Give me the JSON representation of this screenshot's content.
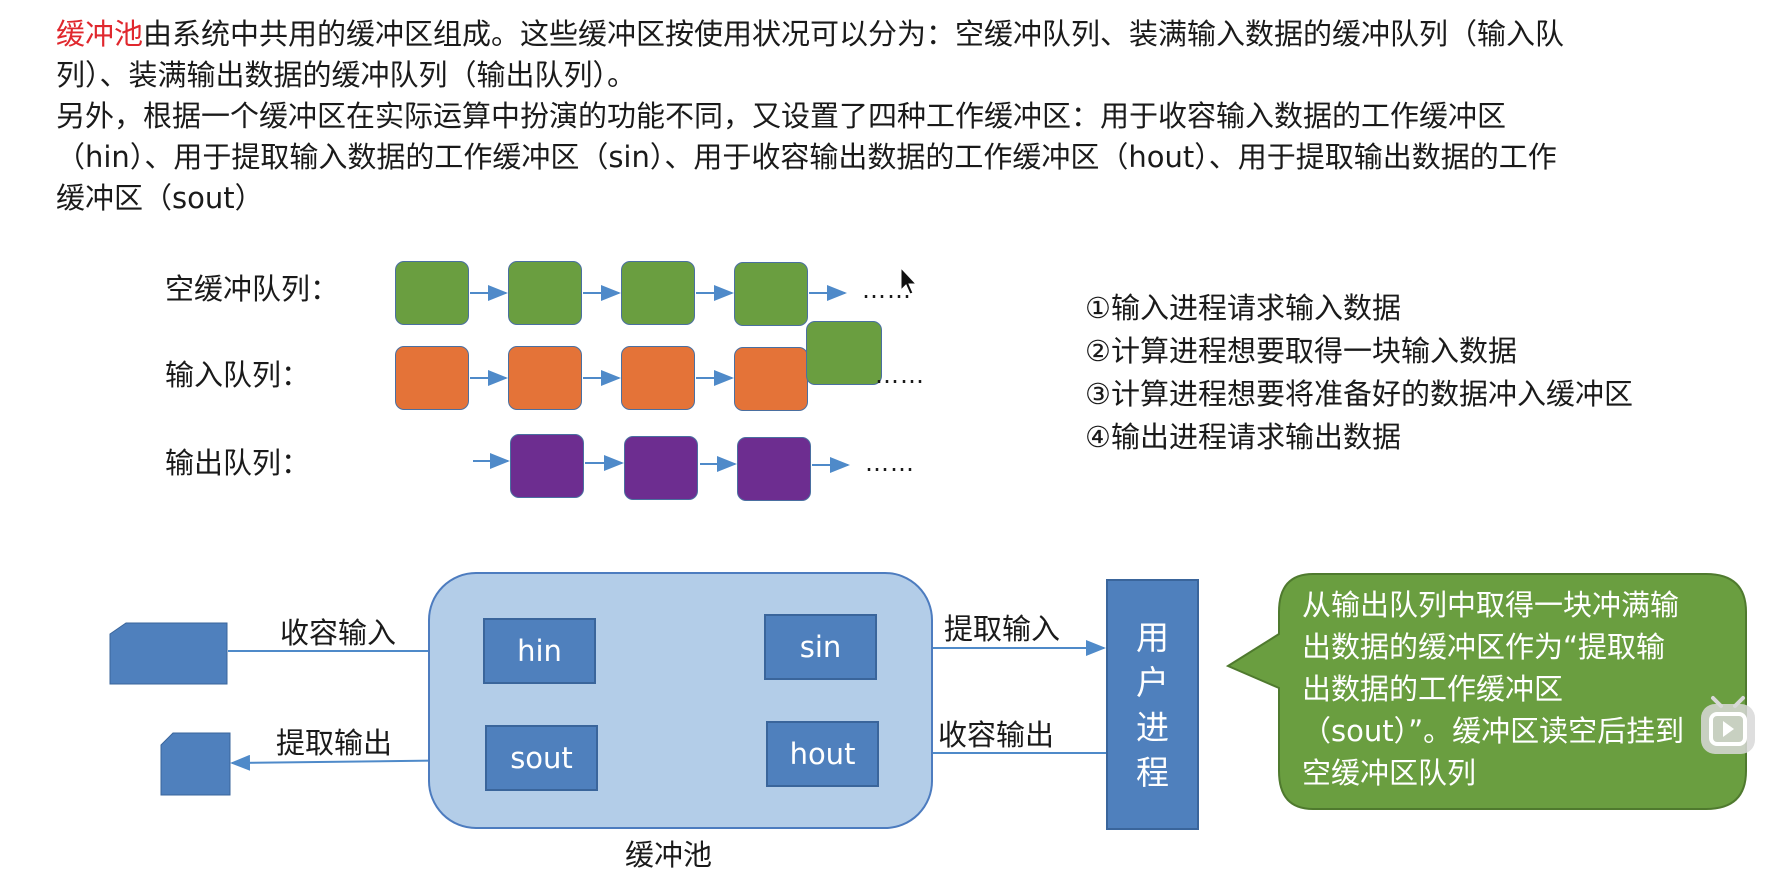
{
  "intro": {
    "highlight": "缓冲池",
    "line1_rest": "由系统中共用的缓冲区组成。这些缓冲区按使用状况可以分为：空缓冲队列、装满输入数据的缓冲队列（输入队列）、装满输出数据的缓冲队列（输出队列）。",
    "paragraph2": "另外，根据一个缓冲区在实际运算中扮演的功能不同，又设置了四种工作缓冲区：用于收容输入数据的工作缓冲区（hin）、用于提取输入数据的工作缓冲区（sin）、用于收容输出数据的工作缓冲区（hout）、用于提取输出数据的工作缓冲区（sout）"
  },
  "queues": {
    "empty_label": "空缓冲队列：",
    "input_label": "输入队列：",
    "output_label": "输出队列：",
    "ellipsis": "……"
  },
  "steps": [
    "①输入进程请求输入数据",
    "②计算进程想要取得一块输入数据",
    "③计算进程想要将准备好的数据冲入缓冲区",
    "④输出进程请求输出数据"
  ],
  "pool": {
    "hin": "hin",
    "sin": "sin",
    "sout": "sout",
    "hout": "hout",
    "caption": "缓冲池"
  },
  "flows": {
    "collect_input": "收容输入",
    "extract_input": "提取输入",
    "extract_output": "提取输出",
    "collect_output": "收容输出"
  },
  "user_process": "用户进程",
  "callout": "从输出队列中取得一块冲满输出数据的缓冲区作为“提取输出数据的工作缓冲区（sout）”。缓冲区读空后挂到空缓冲区队列",
  "colors": {
    "highlight_red": "#e0282e",
    "empty_buffer": "#6a9e40",
    "input_buffer": "#e47338",
    "output_buffer": "#6d2d90",
    "pool_fill": "#b3cde8",
    "work_buffer": "#4f80bd",
    "callout_fill": "#6a9e40"
  },
  "icons": {
    "play": "play-icon",
    "cursor": "mouse-cursor-icon"
  }
}
